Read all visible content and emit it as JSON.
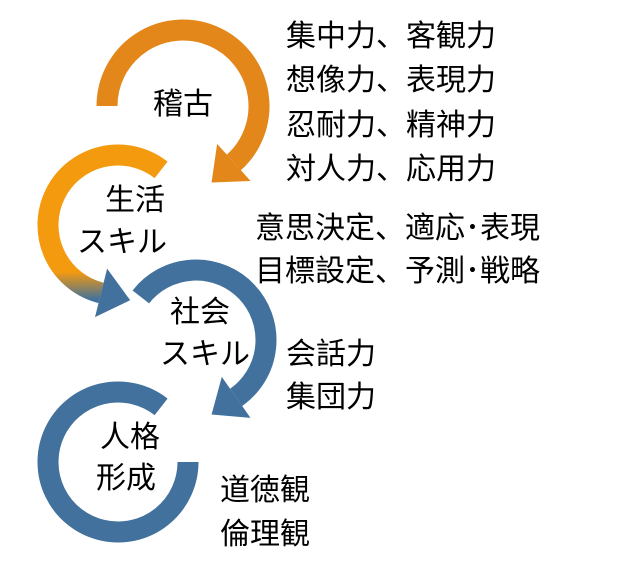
{
  "colors": {
    "orange": "#E3871A",
    "blue": "#41719C"
  },
  "stages": [
    {
      "lines": [
        "稽古"
      ]
    },
    {
      "lines": [
        "生活",
        "スキル"
      ]
    },
    {
      "lines": [
        "社会",
        "スキル"
      ]
    },
    {
      "lines": [
        "人格",
        "形成"
      ]
    }
  ],
  "descriptions": [
    {
      "lines": [
        "集中力、客観力",
        "想像力、表現力",
        "忍耐力、精神力",
        "対人力、応用力"
      ]
    },
    {
      "lines": [
        "意思決定、適応･表現",
        "目標設定、予測･戦略"
      ]
    },
    {
      "lines": [
        "会話力",
        "集団力"
      ]
    },
    {
      "lines": [
        "道徳観",
        "倫理観"
      ]
    }
  ]
}
